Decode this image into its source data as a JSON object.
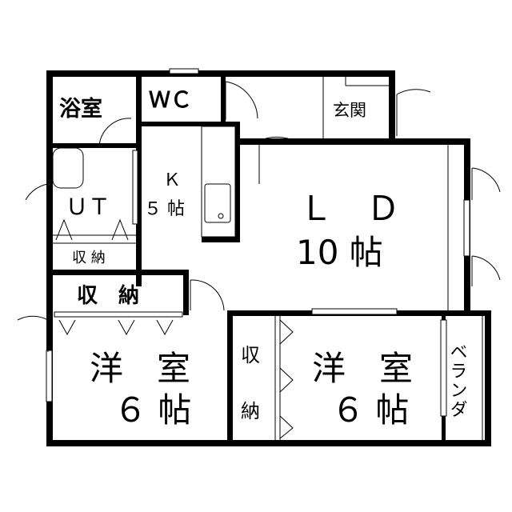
{
  "rooms": {
    "bath": "浴室",
    "wc": "ＷＣ",
    "entrance": "玄関",
    "kitchen_label": "Ｋ",
    "kitchen_size": "５ 帖",
    "utility": "ＵＴ",
    "utility_storage": "収 納",
    "storage_left": "収　納",
    "ld_label": "Ｌ　Ｄ",
    "ld_size": "10 帖",
    "western1_label": "洋　室",
    "western1_size": "６ 帖",
    "closet_top": "収",
    "closet_bottom": "納",
    "western2_label": "洋　室",
    "western2_size": "６ 帖",
    "veranda": "ベランダ"
  }
}
